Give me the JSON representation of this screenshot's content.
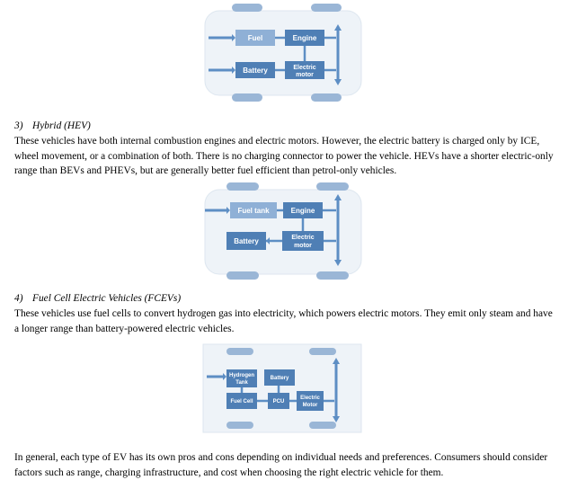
{
  "diagrams": [
    {
      "fuel": "Fuel",
      "engine": "Engine",
      "battery": "Battery",
      "motor_line1": "Electric",
      "motor_line2": "motor"
    },
    {
      "fuel": "Fuel tank",
      "engine": "Engine",
      "battery": "Battery",
      "motor_line1": "Electric",
      "motor_line2": "motor"
    },
    {
      "hydrogen_line1": "Hydrogen",
      "hydrogen_line2": "Tank",
      "battery": "Battery",
      "fuel_cell": "Fuel Cell",
      "pcu": "PCU",
      "motor_line1": "Electric",
      "motor_line2": "Motor"
    }
  ],
  "sections": [
    {
      "number": "3)",
      "title": "Hybrid (HEV)",
      "lines": [
        "These vehicles have both internal combustion engines and electric motors. However, the electric battery is charged only by ICE,",
        "wheel movement, or a combination of both. There is no charging connector to power the vehicle. HEVs have a shorter electric-only",
        "range than BEVs and PHEVs, but are generally better fuel efficient than petrol-only vehicles."
      ]
    },
    {
      "number": "4)",
      "title": "Fuel Cell Electric Vehicles (FCEVs)",
      "lines": [
        "These vehicles use fuel cells to convert hydrogen gas into electricity, which powers electric motors. They emit only steam and have",
        "a longer range than battery-powered electric vehicles."
      ]
    }
  ],
  "conclusion": {
    "lines": [
      "In general, each type of EV has its own pros and cons depending on individual needs and preferences. Consumers should consider",
      "factors such as range, charging infrastructure, and cost when choosing the right electric vehicle for them."
    ]
  },
  "colors": {
    "chassis": "#eef3f8",
    "box": "#4f7fb5",
    "arrow": "#5d8ec4",
    "wheel": "#9ab6d6"
  }
}
